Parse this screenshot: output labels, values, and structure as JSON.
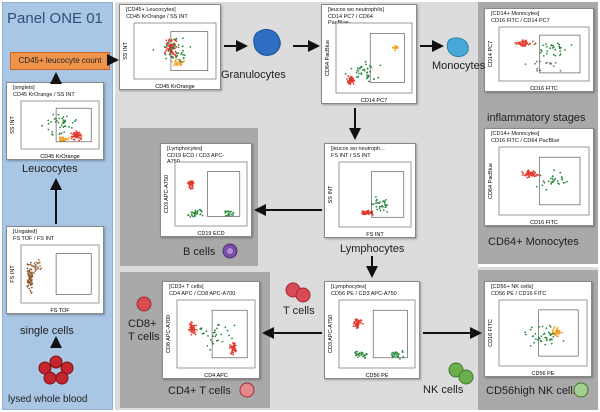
{
  "panel_title": "Panel ONE 01",
  "count_box": "CD45+ leucocyte count",
  "plots": {
    "singlets": {
      "title": "[singlets]\nCD45 KrOrange / SS INT",
      "x": "CD45 KrOrange",
      "y": "SS INT"
    },
    "ungated": {
      "title": "[Ungated]\nFS TOF / FS INT",
      "x": "FS TOF",
      "y": "FS INT"
    },
    "cd45": {
      "title": "[CD45+ Leucocytes]\nCD45 KrOrange / SS INT",
      "x": "CD45 KrOrange",
      "y": "SS INT"
    },
    "leucos_cd14": {
      "title": "[leucos wo neutrophils]\nCD14 PC7 / CD64\nPacBlue",
      "x": "CD14 PC7",
      "y": "CD64 PacBlue"
    },
    "cd14_stages": {
      "title": "[CD14+ Monocytes]\nCD16 FITC / CD14 PC7",
      "x": "CD16 FITC",
      "y": "CD14 PC7"
    },
    "cd14_cd64": {
      "title": "[CD14+ Monocytes]\nCD16 FITC / CD64 PacBlue",
      "x": "CD16 FITC",
      "y": "CD64 PacBlue"
    },
    "leucos_fs": {
      "title": "[leucos wo neutroph...\nFS INT / SS INT",
      "x": "FS INT",
      "y": "SS INT"
    },
    "lymph_cd19": {
      "title": "[Lymphocytes]\nCD19 ECD / CD3 APC-\nA750",
      "x": "CD19 ECD",
      "y": "CD3 APC-A750"
    },
    "lymph_cd56": {
      "title": "[Lymphocytes]\nCD56 PE / CD3 APC-A750",
      "x": "CD56 PE",
      "y": "CD3 APC-A750"
    },
    "cd3_tcells": {
      "title": "[CD3+ T cells]\nCD4 APC / CD8 APC-A700",
      "x": "CD4 APC",
      "y": "CD8 APC-A700"
    },
    "cd56_nk": {
      "title": "[CD56+ NK cells]\nCD56 PE / CD16 FITC",
      "x": "CD56 PE",
      "y": "CD16 FITC"
    }
  },
  "labels": {
    "leucocytes": "Leucocytes",
    "single_cells": "single cells",
    "lysed": "lysed whole blood",
    "granulocytes": "Granulocytes",
    "monocytes": "Monocytes",
    "inflammatory": "inflammatory stages",
    "cd64_monocytes": "CD64+ Monocytes",
    "b_cells": "B cells",
    "lymphocytes": "Lymphocytes",
    "t_cells": "T cells",
    "cd8_line1": "CD8+",
    "cd8_line2": "T cells",
    "cd4_t_cells": "CD4+ T cells",
    "nk_cells": "NK cells",
    "cd56high_nk": "CD56high NK cells"
  },
  "colors": {
    "left_panel": "#a9c6e4",
    "gray_panel": "#dcdcdc",
    "dark_gray_panel": "#a9a9a9",
    "count_box": "#f0944d",
    "granulocyte_cell": "#2e6fc4",
    "monocyte_cell": "#4aa8d8",
    "b_cell": "#7a4fa8",
    "t_cell": "#d94a57",
    "nk_cell": "#6cae4b",
    "blood_cell": "#c4262e"
  }
}
